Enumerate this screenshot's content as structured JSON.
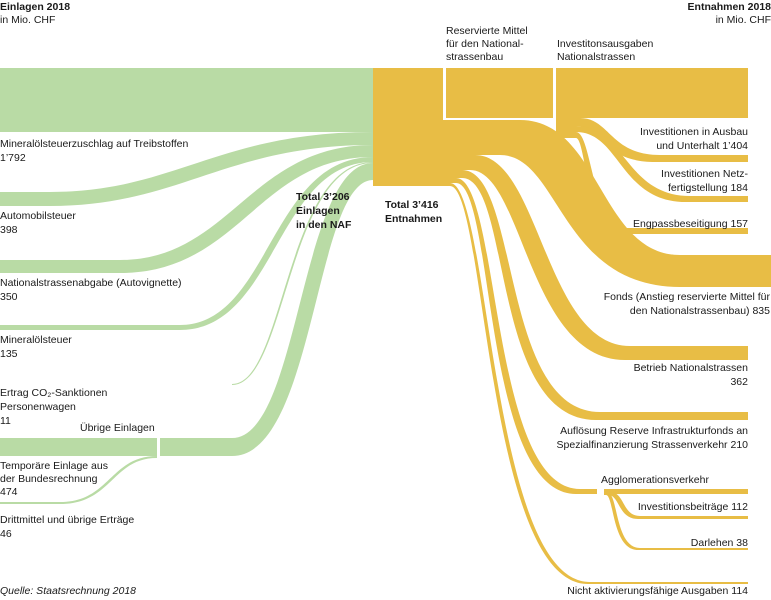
{
  "header_left": {
    "title": "Einlagen 2018",
    "unit": "in Mio. CHF"
  },
  "header_right": {
    "title": "Entnahmen 2018",
    "unit": "in Mio. CHF"
  },
  "inflows": [
    {
      "name": "Mineralölsteuerzuschlag auf Treibstoffen",
      "value": "1’792"
    },
    {
      "name": "Automobilsteuer",
      "value": "398"
    },
    {
      "name": "Nationalstrassenabgabe (Autovignette)",
      "value": "350"
    },
    {
      "name": "Mineralölsteuer",
      "value": "135"
    },
    {
      "name_line1": "Ertrag CO₂-Sanktionen",
      "name_line2": "Personenwagen",
      "value": "11"
    },
    {
      "name_line1": "Temporäre Einlage aus",
      "name_line2": "der Bundesrechnung",
      "value": "474"
    },
    {
      "name": "Drittmittel und übrige Erträge",
      "value": "46"
    }
  ],
  "uebrige_einlagen": "Übrige Einlagen",
  "total_in": {
    "line1": "Total 3’206",
    "line2": "Einlagen",
    "line3": "in den NAF"
  },
  "total_out": {
    "line1": "Total 3’416",
    "line2": "Entnahmen"
  },
  "reserved_funds": {
    "line1": "Reservierte Mittel",
    "line2": "für den National-",
    "line3": "strassenbau"
  },
  "invest_header": {
    "line1": "Investitonsausgaben",
    "line2": "Nationalstrassen"
  },
  "outflows": {
    "ausbau": {
      "line1": "Investitionen in Ausbau",
      "line2": "und Unterhalt 1’404"
    },
    "netz": {
      "line1": "Investitionen Netz-",
      "line2": "fertigstellung 184"
    },
    "engpass": "Engpassbeseitigung 157",
    "fonds": {
      "line1": "Fonds (Anstieg reservierte Mittel für",
      "line2": "den Nationalstrassenbau) 835"
    },
    "betrieb": {
      "line1": "Betrieb Nationalstrassen",
      "line2": "362"
    },
    "aufloesung": {
      "line1": "Auflösung Reserve Infrastrukturfonds an",
      "line2": "Spezialfinanzierung Strassenverkehr 210"
    },
    "agglo": "Agglomerationsverkehr",
    "agglo_invest": "Investitionsbeiträge 112",
    "darlehen": "Darlehen 38",
    "nicht_akt": "Nicht aktivierungsfähige Ausgaben 114"
  },
  "source": "Quelle: Staatsrechnung 2018",
  "colors": {
    "green": "#b9dba5",
    "yellow": "#e8bd45"
  }
}
